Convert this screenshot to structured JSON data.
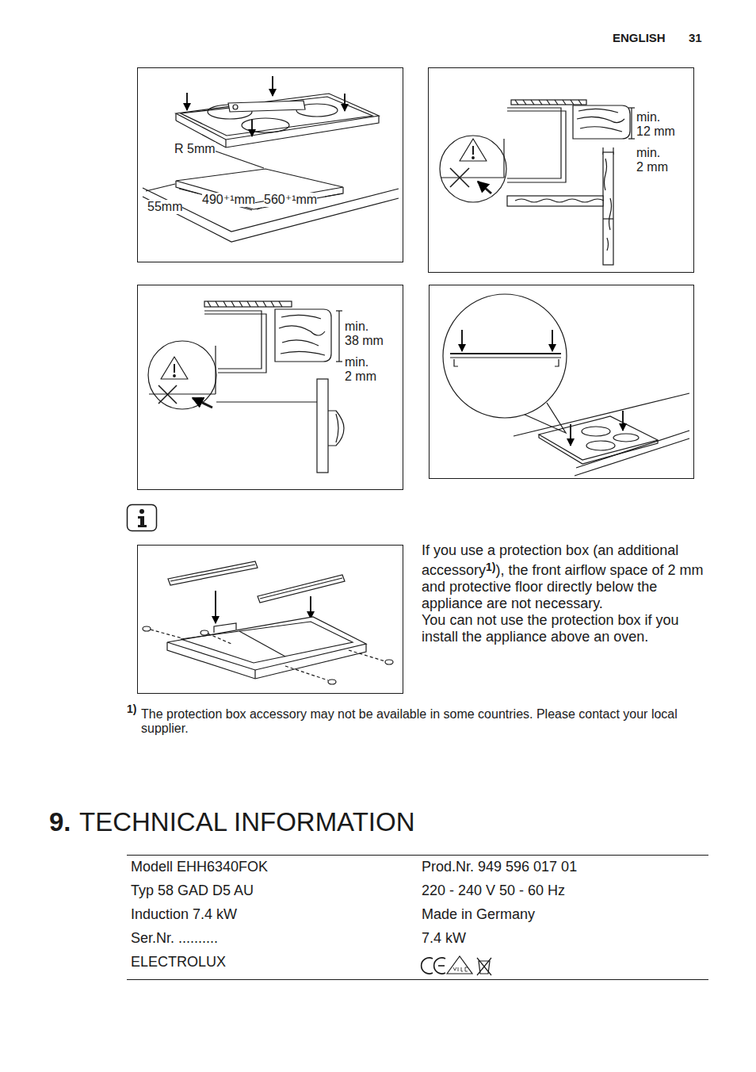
{
  "diagram": {
    "title": "TECHNICAL INFORMATION",
    "labels": [
      "ENGLISH",
      "31",
      "R 5mm",
      "55mm",
      "490⁺¹mm",
      "560⁺¹mm",
      "min. 12 mm",
      "min. 2 mm",
      "min. 38 mm",
      "min. 2 mm",
      "If you use a protection box (an additional accessory",
      "1)",
      "), the front airflow space of 2 mm and protective floor directly below the appliance are not necessary.",
      "You can not use the protection box if you install the appliance above an oven.",
      "1)",
      "The protection box accessory may not be available in some countries. Please contact your local supplier.",
      "9.",
      "Modell EHH6340FOK",
      "Prod.Nr. 949 596 017 01",
      "Typ 58 GAD D5 AU",
      "220 - 240 V 50 - 60 Hz",
      "Induction 7.4 kW",
      "Made in Germany",
      "Ser.Nr. ..........",
      "7.4 kW",
      "ELECTROLUX"
    ]
  }
}
